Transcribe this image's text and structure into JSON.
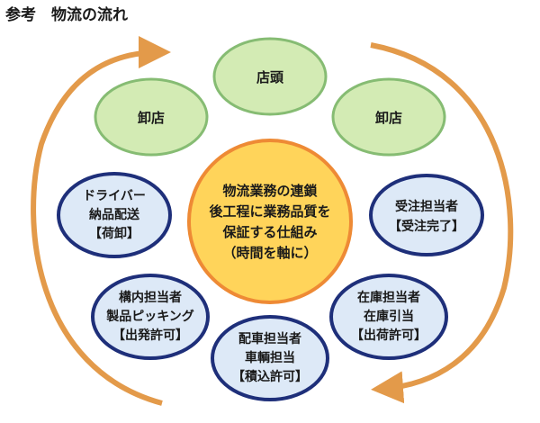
{
  "title": "参考　物流の流れ",
  "colors": {
    "arrow": "#E39A4A",
    "green_fill": "#D3EBB4",
    "green_stroke": "#86BC73",
    "blue_fill": "#DDE9F7",
    "blue_stroke": "#1E2F7A",
    "center_fill": "#FFD45A",
    "center_stroke": "#EE8A35"
  },
  "center": {
    "lines": [
      "物流業務の連鎖",
      "後工程に業務品質を",
      "保証する仕組み",
      "（時間を軸に）"
    ]
  },
  "green_nodes": {
    "top": {
      "label": "店頭"
    },
    "left": {
      "label": "卸店"
    },
    "right": {
      "label": "卸店"
    }
  },
  "blue_nodes": {
    "driver": {
      "lines": [
        "ドライバー",
        "納品配送",
        "【荷卸】"
      ]
    },
    "order": {
      "lines": [
        "受注担当者",
        "【受注完了】"
      ]
    },
    "picking": {
      "lines": [
        "構内担当者",
        "製品ピッキング",
        "【出発許可】"
      ]
    },
    "warehouse": {
      "lines": [
        "在庫担当者",
        "在庫引当",
        "【出荷許可】"
      ]
    },
    "dispatch": {
      "lines": [
        "配車担当者",
        "車輌担当",
        "【積込許可】"
      ]
    }
  }
}
